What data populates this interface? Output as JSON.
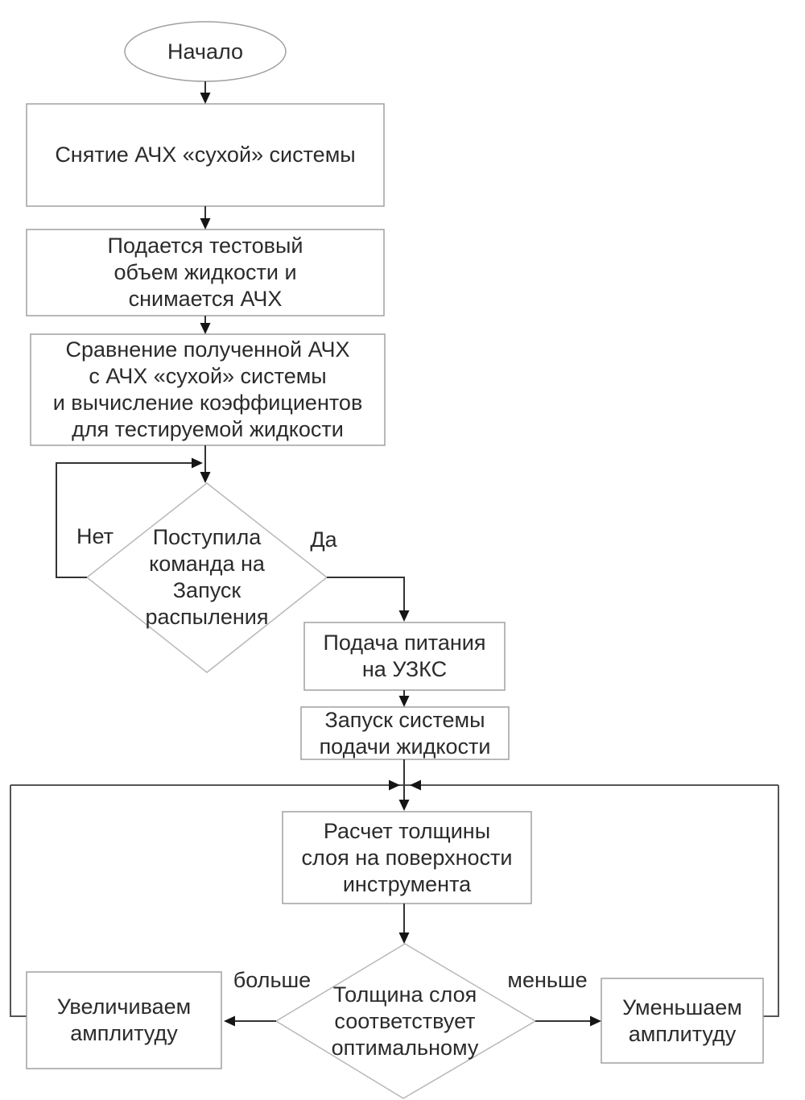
{
  "flowchart": {
    "nodes": {
      "start": "Начало",
      "step_dry_afc": "Снятие АЧХ  «сухой» системы",
      "step_test_volume": "Подается тестовый\nобъем жидкости и\nснимается АЧХ",
      "step_compare": "Сравнение полученной АЧХ\nс АЧХ «сухой» системы\nи вычисление коэффициентов\nдля тестируемой жидкости",
      "decision_spray_command": "Поступила\nкоманда на\nЗапуск\nраспыления",
      "step_power": "Подача питания\nна УЗКС",
      "step_liquid_system": "Запуск системы\nподачи жидкости",
      "step_thickness_calc": "Расчет толщины\nслоя на поверхности\nинструмента",
      "decision_thickness": "Толщина слоя\nсоответствует\nоптимальному",
      "step_increase": "Увеличиваем\nамплитуду",
      "step_decrease": "Уменьшаем\nамплитуду"
    },
    "edge_labels": {
      "no": "Нет",
      "yes": "Да",
      "greater": "больше",
      "less": "меньше"
    },
    "colors": {
      "background": "#ffffff",
      "box_border": "#a0a0a0",
      "diamond_border": "#b8b8b8",
      "connector": "#333333",
      "loop_line": "#555555",
      "arrowhead": "#151515",
      "text": "#2b2b2b"
    }
  }
}
